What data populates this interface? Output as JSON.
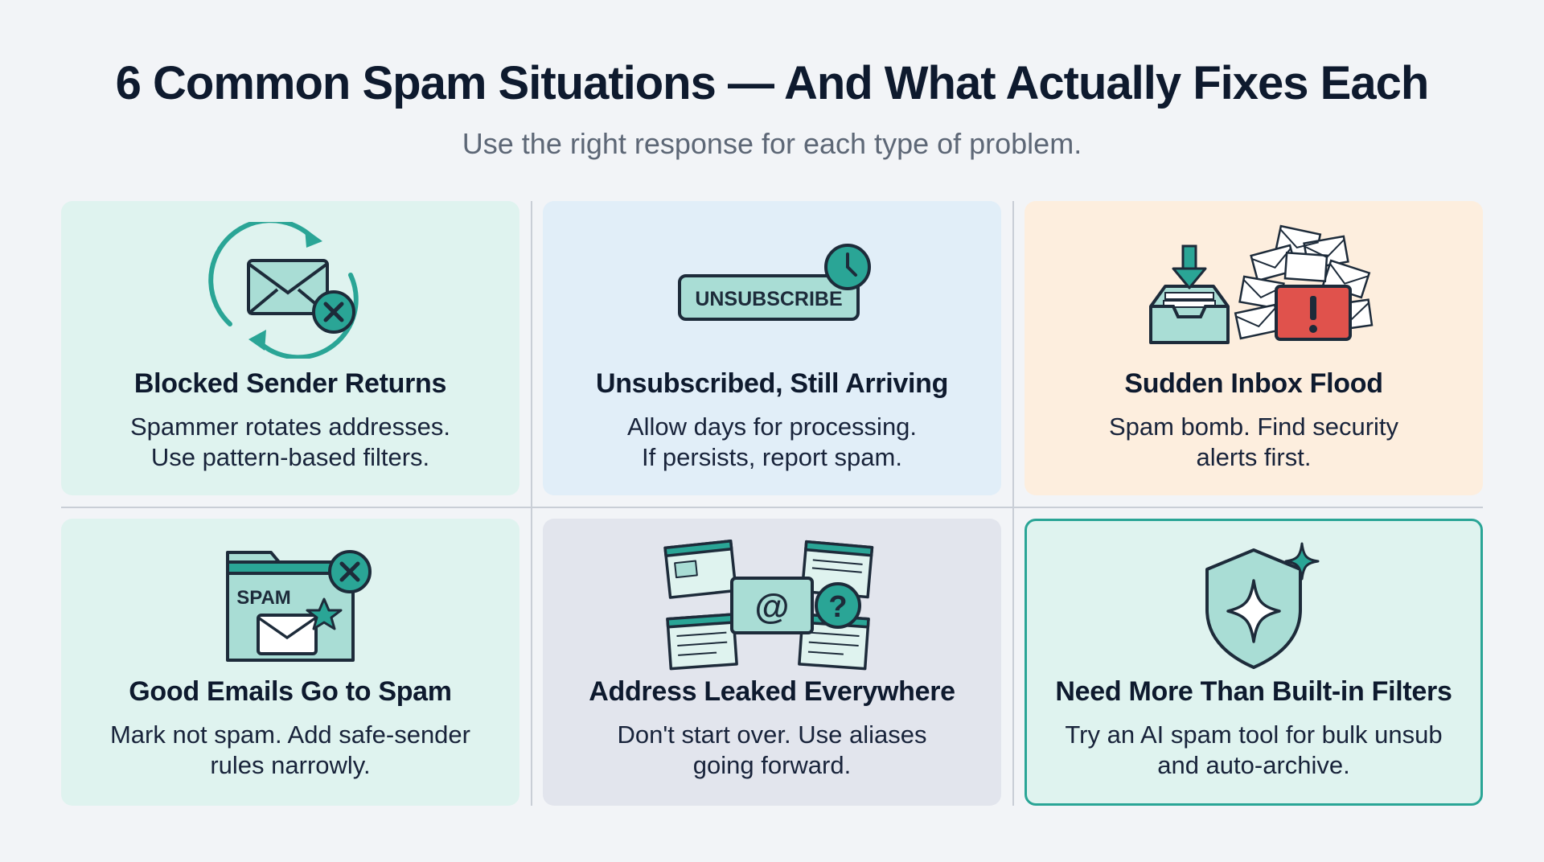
{
  "header": {
    "title": "6 Common Spam Situations — And What Actually Fixes Each",
    "subtitle": "Use the right response for each type of problem."
  },
  "colors": {
    "teal": "#2aa596",
    "mint_card": "#dff3ef",
    "sky_card": "#e1eef8",
    "peach_card": "#fdeede",
    "slate_card": "#e2e5ed",
    "alert_red": "#e0524c",
    "ink": "#0e1a2e"
  },
  "cards": [
    {
      "title": "Blocked Sender Returns",
      "desc_line1": "Spammer rotates addresses.",
      "desc_line2": "Use pattern-based filters.",
      "icon": "envelope-blocked-cycle-icon"
    },
    {
      "title": "Unsubscribed, Still Arriving",
      "desc_line1": "Allow days for processing.",
      "desc_line2": "If persists, report spam.",
      "icon": "unsubscribe-clock-icon",
      "icon_label": "UNSUBSCRIBE"
    },
    {
      "title": "Sudden Inbox Flood",
      "desc_line1": "Spam bomb. Find security",
      "desc_line2": "alerts first.",
      "icon": "inbox-flood-alert-icon"
    },
    {
      "title": "Good Emails Go to Spam",
      "desc_line1": "Mark not spam. Add safe-sender",
      "desc_line2": "rules narrowly.",
      "icon": "spam-folder-star-icon",
      "icon_label": "SPAM"
    },
    {
      "title": "Address Leaked Everywhere",
      "desc_line1": "Don't start over. Use aliases",
      "desc_line2": "going forward.",
      "icon": "leaked-address-icon",
      "icon_label": "@",
      "icon_badge": "?"
    },
    {
      "title": "Need More Than Built-in Filters",
      "desc_line1": "Try an AI spam tool for bulk unsub",
      "desc_line2": "and auto-archive.",
      "icon": "shield-sparkle-icon"
    }
  ]
}
